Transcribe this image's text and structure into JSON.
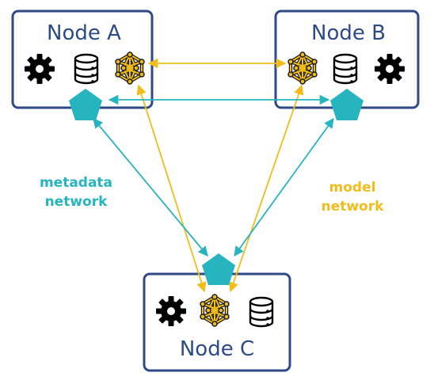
{
  "nodes": {
    "a": {
      "title": "Node A"
    },
    "b": {
      "title": "Node B"
    },
    "c": {
      "title": "Node C"
    }
  },
  "labels": {
    "metadata_line1": "metadata",
    "metadata_line2": "network",
    "model_line1": "model",
    "model_line2": "network"
  },
  "colors": {
    "node_border": "#2e4a86",
    "node_title": "#2e4a86",
    "metadata_network": "#26b5bf",
    "model_network": "#f0bd1a",
    "icon_black": "#000000"
  },
  "icons": {
    "gear": "gear-icon",
    "database": "database-icon",
    "neural_network": "neural-network-icon",
    "metadata_node": "pentagon-icon"
  }
}
